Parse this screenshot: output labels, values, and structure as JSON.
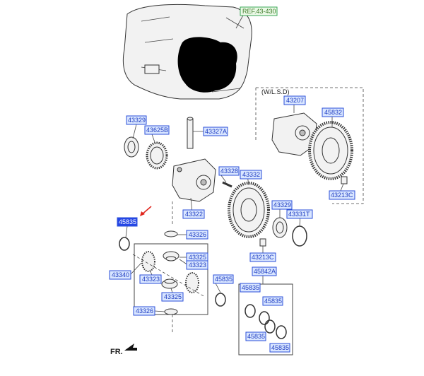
{
  "diagram": {
    "ref_label": "REF.43-430",
    "lsd_label": "(W/L.S.D)",
    "fr_label": "FR.",
    "parts": [
      {
        "id": "p43329",
        "label": "43329"
      },
      {
        "id": "p43625B",
        "label": "43625B"
      },
      {
        "id": "p43327A",
        "label": "43327A"
      },
      {
        "id": "p43328",
        "label": "43328"
      },
      {
        "id": "p43332",
        "label": "43332"
      },
      {
        "id": "p43322",
        "label": "43322"
      },
      {
        "id": "p43329b",
        "label": "43329"
      },
      {
        "id": "p43331T",
        "label": "43331T"
      },
      {
        "id": "p45835sel",
        "label": "45835"
      },
      {
        "id": "p43326a",
        "label": "43326"
      },
      {
        "id": "p43325a",
        "label": "43325"
      },
      {
        "id": "p43323a",
        "label": "43323"
      },
      {
        "id": "p43340",
        "label": "43340"
      },
      {
        "id": "p43323b",
        "label": "43323"
      },
      {
        "id": "p45835a",
        "label": "45835"
      },
      {
        "id": "p43325b",
        "label": "43325"
      },
      {
        "id": "p43213C",
        "label": "43213C"
      },
      {
        "id": "p45842A",
        "label": "45842A"
      },
      {
        "id": "p45835b",
        "label": "45835"
      },
      {
        "id": "p45835c",
        "label": "45835"
      },
      {
        "id": "p45835d",
        "label": "45835"
      },
      {
        "id": "p45835e",
        "label": "45835"
      },
      {
        "id": "p43326b",
        "label": "43326"
      },
      {
        "id": "p43207",
        "label": "43207"
      },
      {
        "id": "p45832",
        "label": "45832"
      },
      {
        "id": "p43213Cb",
        "label": "43213C"
      }
    ],
    "selected_part": "45835",
    "colors": {
      "callout_fill": "#d9e6ff",
      "callout_stroke": "#2b4fd8",
      "selected_fill": "#2446e6",
      "ref_stroke": "#3aa655",
      "arrow": "#e0241b"
    }
  }
}
